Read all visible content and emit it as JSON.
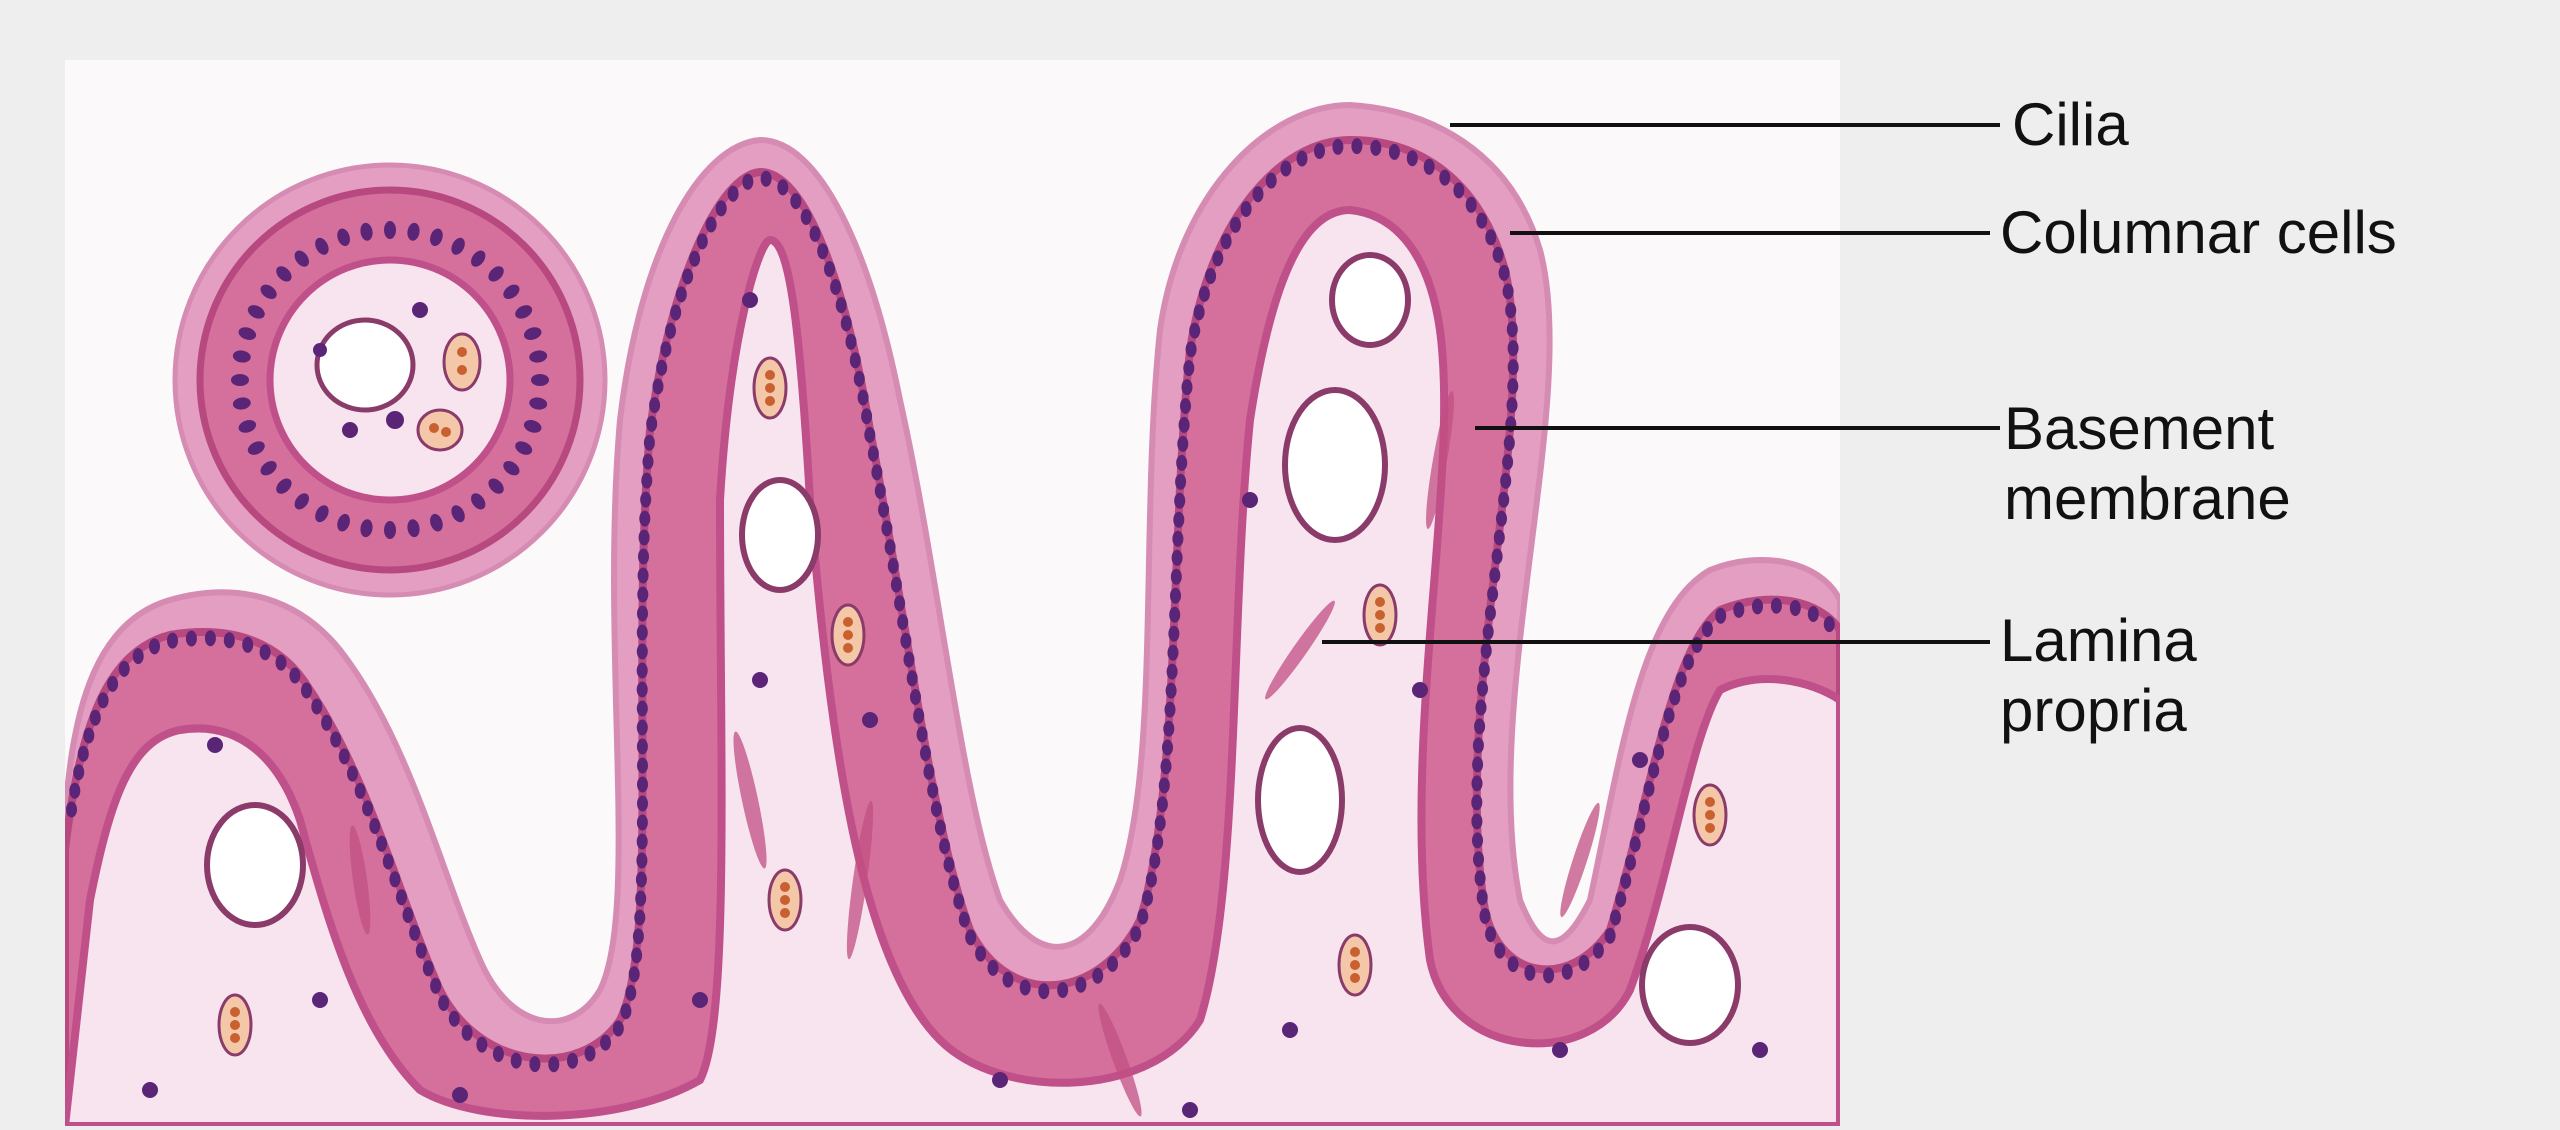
{
  "colors": {
    "background": "#eeeeee",
    "panel": "#fbf9fa",
    "epithelium_fill": "#d4709b",
    "epithelium_border": "#b84980",
    "cilia": "#e39ec2",
    "nucleus": "#5a2577",
    "core": "#f7e4ef",
    "vessel": "#ffffff",
    "erythrocyte": "#c86030",
    "leader_line": "#111111"
  },
  "labels": [
    {
      "id": "cilia",
      "lines": [
        "Cilia"
      ]
    },
    {
      "id": "columnar",
      "lines": [
        "Columnar cells"
      ]
    },
    {
      "id": "basement",
      "lines": [
        "Basement",
        "membrane"
      ]
    },
    {
      "id": "lamina",
      "lines": [
        "Lamina",
        "propria"
      ]
    }
  ]
}
